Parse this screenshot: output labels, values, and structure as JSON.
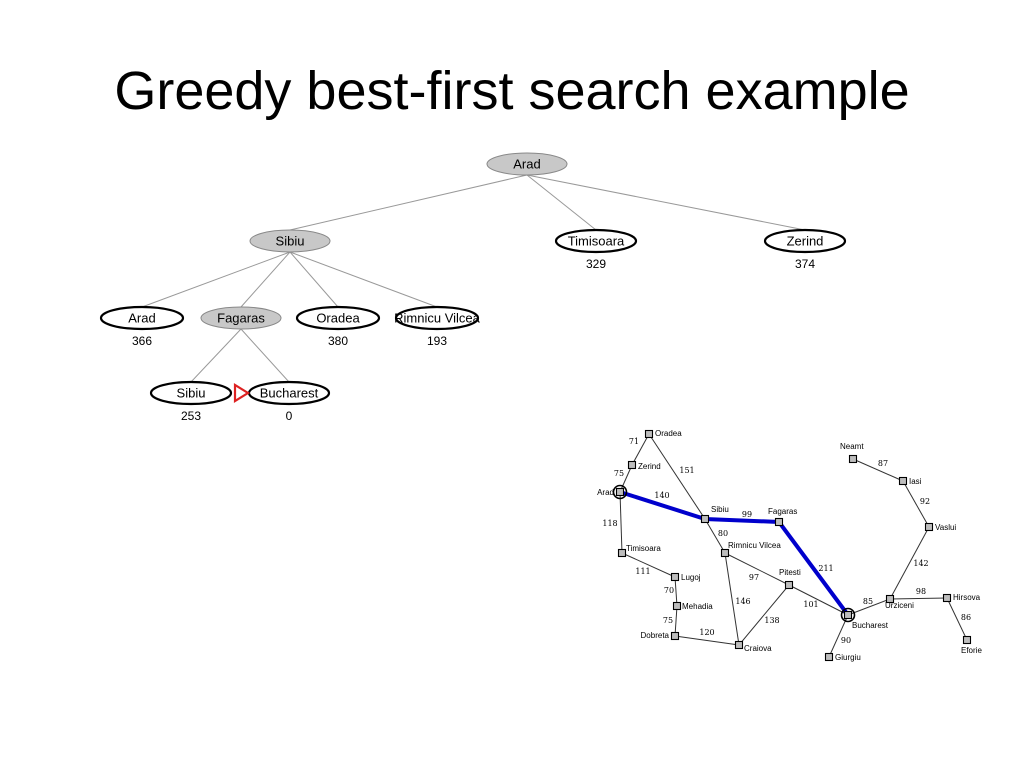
{
  "slide": {
    "title": "Greedy best-first search example"
  },
  "colors": {
    "expanded": "#c8c8c8",
    "frontier": "#ffffff",
    "edge": "#999999",
    "path": "#0000cc",
    "marker": "#dd2222"
  },
  "tree": {
    "nodes": [
      {
        "id": "n0",
        "name": "Arad",
        "value": "",
        "state": "expanded"
      },
      {
        "id": "n1",
        "name": "Sibiu",
        "value": "",
        "state": "expanded"
      },
      {
        "id": "n2",
        "name": "Timisoara",
        "value": "329",
        "state": "frontier"
      },
      {
        "id": "n3",
        "name": "Zerind",
        "value": "374",
        "state": "frontier"
      },
      {
        "id": "n4",
        "name": "Arad",
        "value": "366",
        "state": "frontier"
      },
      {
        "id": "n5",
        "name": "Fagaras",
        "value": "",
        "state": "expanded"
      },
      {
        "id": "n6",
        "name": "Oradea",
        "value": "380",
        "state": "frontier"
      },
      {
        "id": "n7",
        "name": "Rimnicu Vilcea",
        "value": "193",
        "state": "frontier"
      },
      {
        "id": "n8",
        "name": "Sibiu",
        "value": "253",
        "state": "frontier"
      },
      {
        "id": "n9",
        "name": "Bucharest",
        "value": "0",
        "state": "goal"
      }
    ],
    "edges": [
      [
        "n0",
        "n1"
      ],
      [
        "n0",
        "n2"
      ],
      [
        "n0",
        "n3"
      ],
      [
        "n1",
        "n4"
      ],
      [
        "n1",
        "n5"
      ],
      [
        "n1",
        "n6"
      ],
      [
        "n1",
        "n7"
      ],
      [
        "n5",
        "n8"
      ],
      [
        "n5",
        "n9"
      ]
    ]
  },
  "romania_map": {
    "cities": [
      {
        "id": "oradea",
        "name": "Oradea"
      },
      {
        "id": "zerind",
        "name": "Zerind"
      },
      {
        "id": "arad",
        "name": "Arad"
      },
      {
        "id": "timisoara",
        "name": "Timisoara"
      },
      {
        "id": "lugoj",
        "name": "Lugoj"
      },
      {
        "id": "mehadia",
        "name": "Mehadia"
      },
      {
        "id": "dobreta",
        "name": "Dobreta"
      },
      {
        "id": "craiova",
        "name": "Craiova"
      },
      {
        "id": "sibiu",
        "name": "Sibiu"
      },
      {
        "id": "fagaras",
        "name": "Fagaras"
      },
      {
        "id": "rimnicu",
        "name": "Rimnicu Vilcea"
      },
      {
        "id": "pitesti",
        "name": "Pitesti"
      },
      {
        "id": "bucharest",
        "name": "Bucharest"
      },
      {
        "id": "giurgiu",
        "name": "Giurgiu"
      },
      {
        "id": "urziceni",
        "name": "Urziceni"
      },
      {
        "id": "hirsova",
        "name": "Hirsova"
      },
      {
        "id": "eforie",
        "name": "Eforie"
      },
      {
        "id": "vaslui",
        "name": "Vaslui"
      },
      {
        "id": "iasi",
        "name": "Iasi"
      },
      {
        "id": "neamt",
        "name": "Neamt"
      }
    ],
    "roads": [
      {
        "from": "oradea",
        "to": "zerind",
        "distance": "71"
      },
      {
        "from": "zerind",
        "to": "arad",
        "distance": "75"
      },
      {
        "from": "oradea",
        "to": "sibiu",
        "distance": "151"
      },
      {
        "from": "arad",
        "to": "sibiu",
        "distance": "140"
      },
      {
        "from": "arad",
        "to": "timisoara",
        "distance": "118"
      },
      {
        "from": "timisoara",
        "to": "lugoj",
        "distance": "111"
      },
      {
        "from": "lugoj",
        "to": "mehadia",
        "distance": "70"
      },
      {
        "from": "mehadia",
        "to": "dobreta",
        "distance": "75"
      },
      {
        "from": "dobreta",
        "to": "craiova",
        "distance": "120"
      },
      {
        "from": "sibiu",
        "to": "fagaras",
        "distance": "99"
      },
      {
        "from": "sibiu",
        "to": "rimnicu",
        "distance": "80"
      },
      {
        "from": "rimnicu",
        "to": "craiova",
        "distance": "146"
      },
      {
        "from": "rimnicu",
        "to": "pitesti",
        "distance": "97"
      },
      {
        "from": "craiova",
        "to": "pitesti",
        "distance": "138"
      },
      {
        "from": "pitesti",
        "to": "bucharest",
        "distance": "101"
      },
      {
        "from": "fagaras",
        "to": "bucharest",
        "distance": "211"
      },
      {
        "from": "bucharest",
        "to": "giurgiu",
        "distance": "90"
      },
      {
        "from": "bucharest",
        "to": "urziceni",
        "distance": "85"
      },
      {
        "from": "urziceni",
        "to": "hirsova",
        "distance": "98"
      },
      {
        "from": "hirsova",
        "to": "eforie",
        "distance": "86"
      },
      {
        "from": "urziceni",
        "to": "vaslui",
        "distance": "142"
      },
      {
        "from": "vaslui",
        "to": "iasi",
        "distance": "92"
      },
      {
        "from": "iasi",
        "to": "neamt",
        "distance": "87"
      }
    ],
    "highlighted_path": [
      "arad",
      "sibiu",
      "fagaras",
      "bucharest"
    ],
    "circled_cities": [
      "arad",
      "bucharest"
    ]
  }
}
